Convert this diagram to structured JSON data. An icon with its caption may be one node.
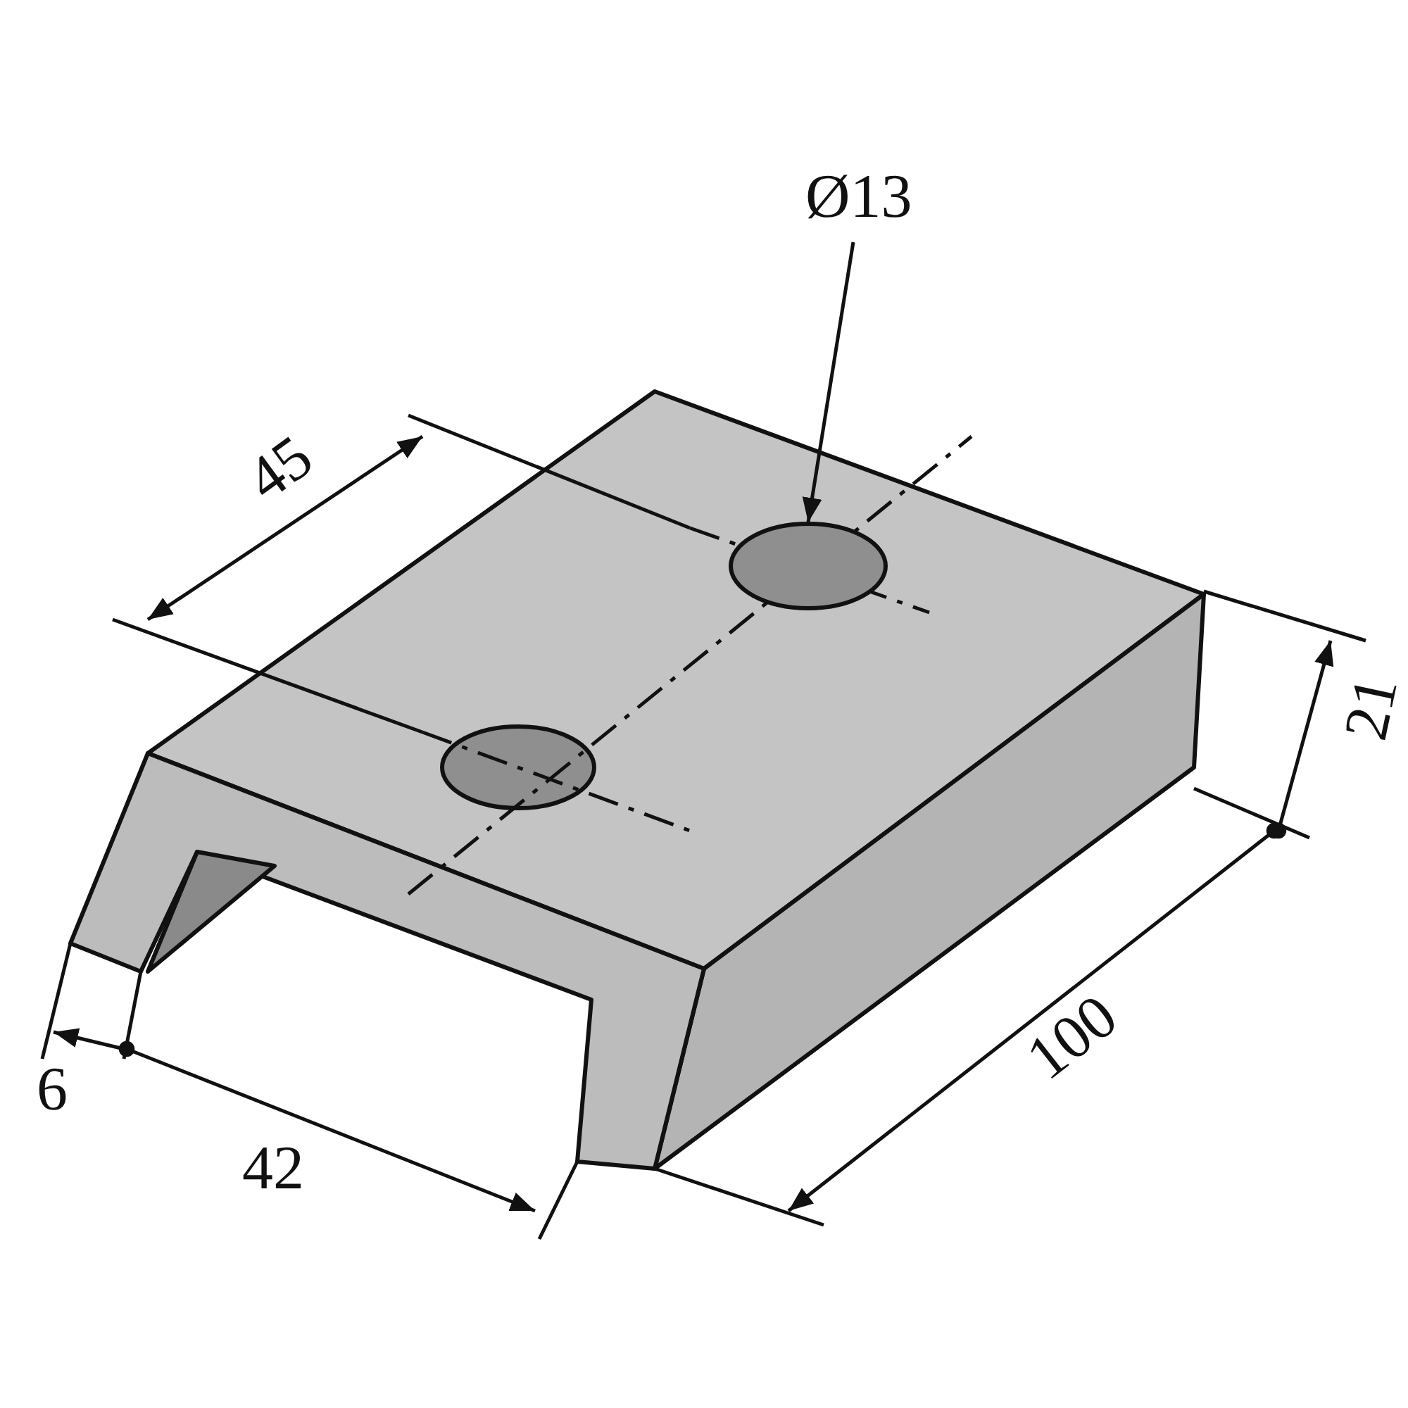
{
  "diagram": {
    "nodes": [
      {
        "text": [
          "Ø13"
        ]
      },
      {
        "text": [],
        "shape": "circle"
      }
    ],
    "edges": [
      {
        "from": 0,
        "to": 1,
        "arrow": "to"
      }
    ],
    "labels": [
      "45",
      "21",
      "100",
      "6",
      "42"
    ]
  }
}
